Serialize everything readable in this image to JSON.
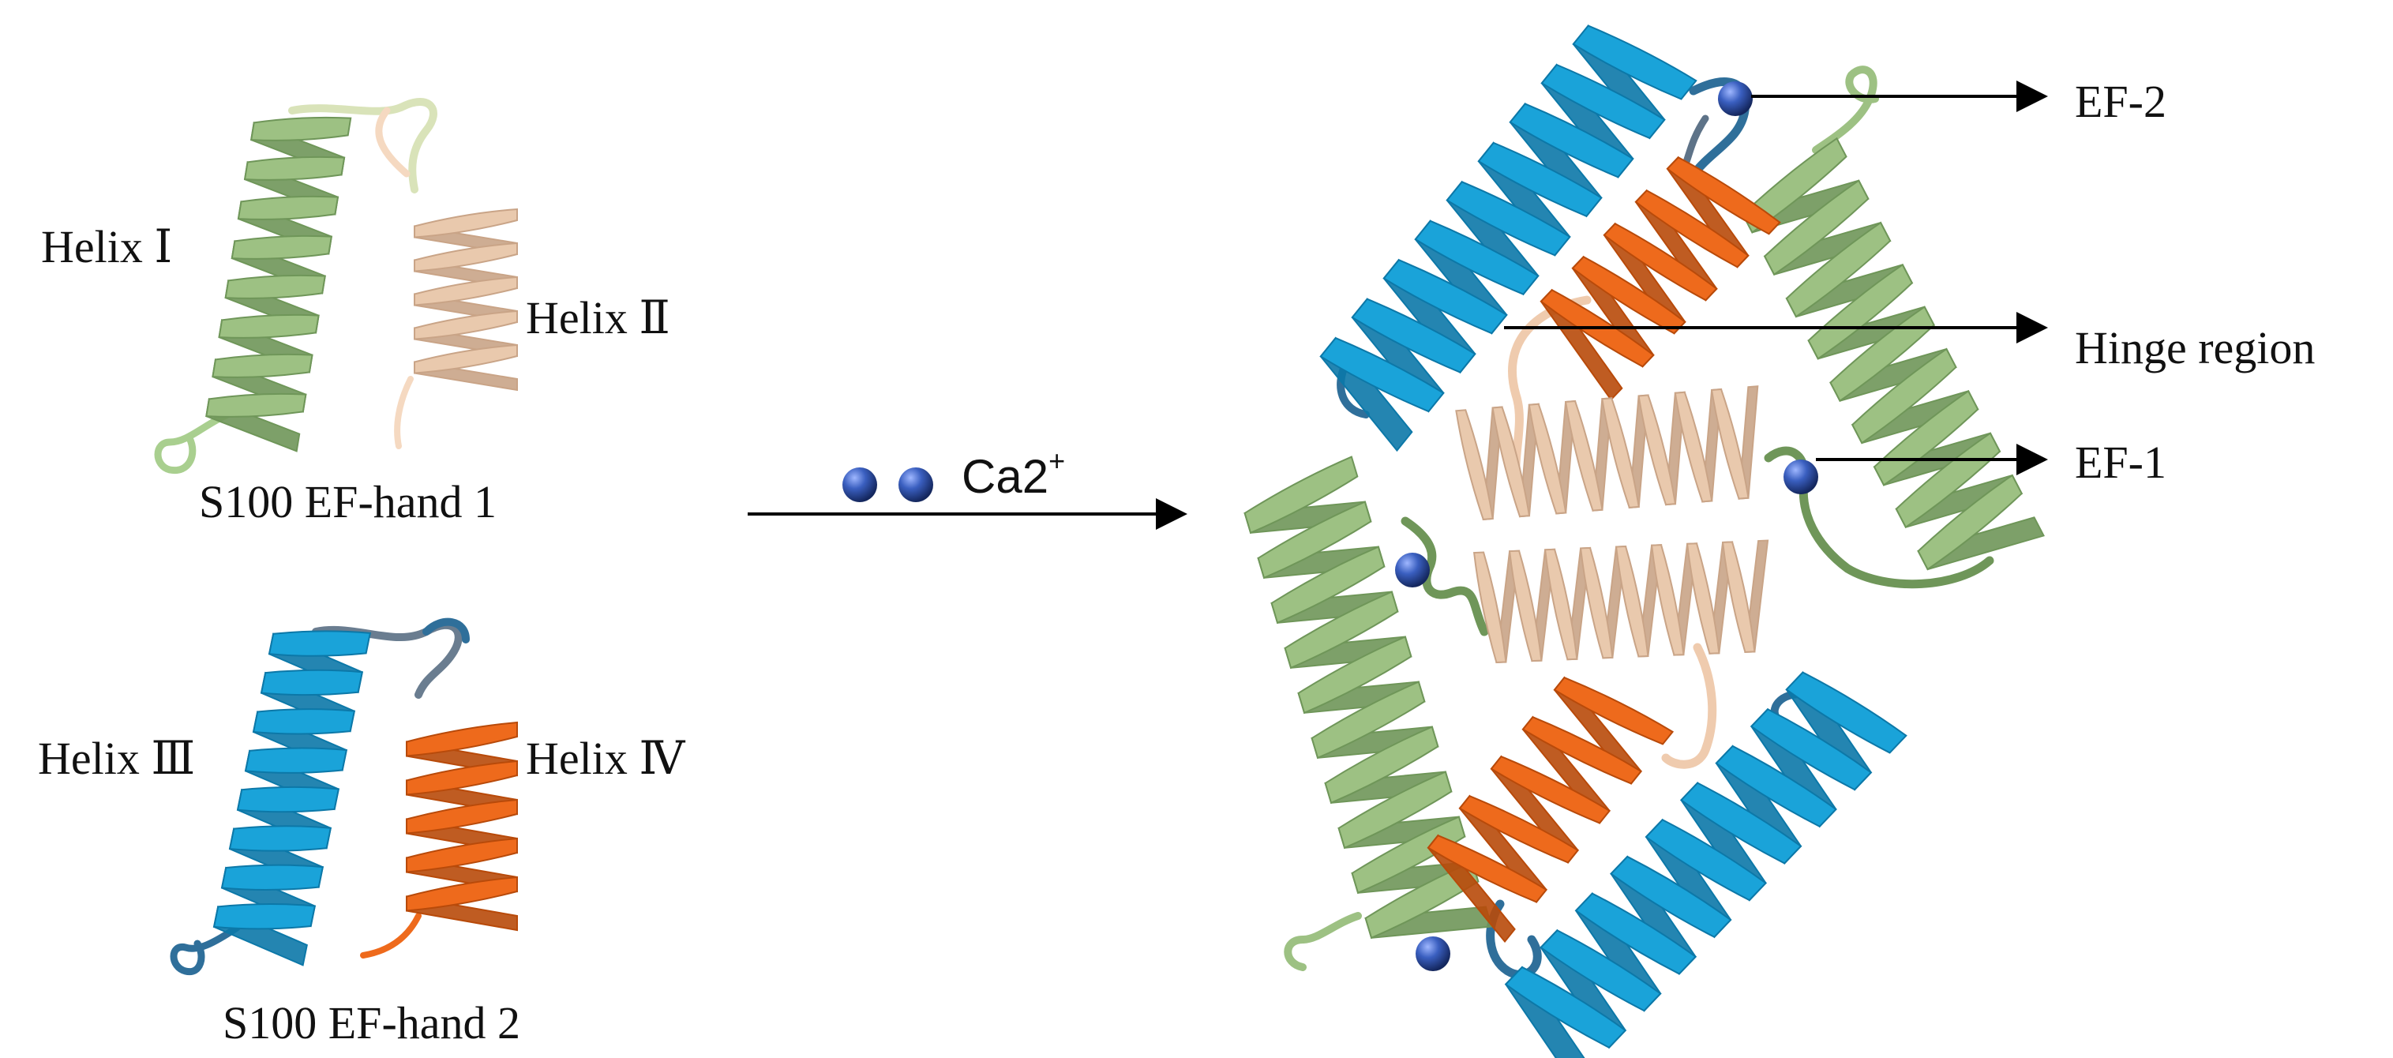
{
  "labels": {
    "helix1": "Helix Ⅰ",
    "helix2": "Helix Ⅱ",
    "helix3": "Helix Ⅲ",
    "helix4": "Helix Ⅳ",
    "efhand1": "S100 EF-hand 1",
    "efhand2": "S100 EF-hand 2",
    "ion": "Ca2",
    "ion_sup": "+",
    "ef2": "EF-2",
    "hinge": "Hinge region",
    "ef1": "EF-1"
  },
  "colors": {
    "green": "#9dc183",
    "green_dark": "#6f9659",
    "beige": "#e9c9ad",
    "beige_dark": "#c9a487",
    "blue": "#1aa3d9",
    "blue_dark": "#0c78a8",
    "orange": "#ee6a1c",
    "orange_dark": "#b84a0a",
    "loop_blue": "#2f6f9a",
    "loop_grey": "#5e7388",
    "ion": "#3a5fc0",
    "ion_dark": "#1f3575",
    "arrow": "#000000"
  }
}
